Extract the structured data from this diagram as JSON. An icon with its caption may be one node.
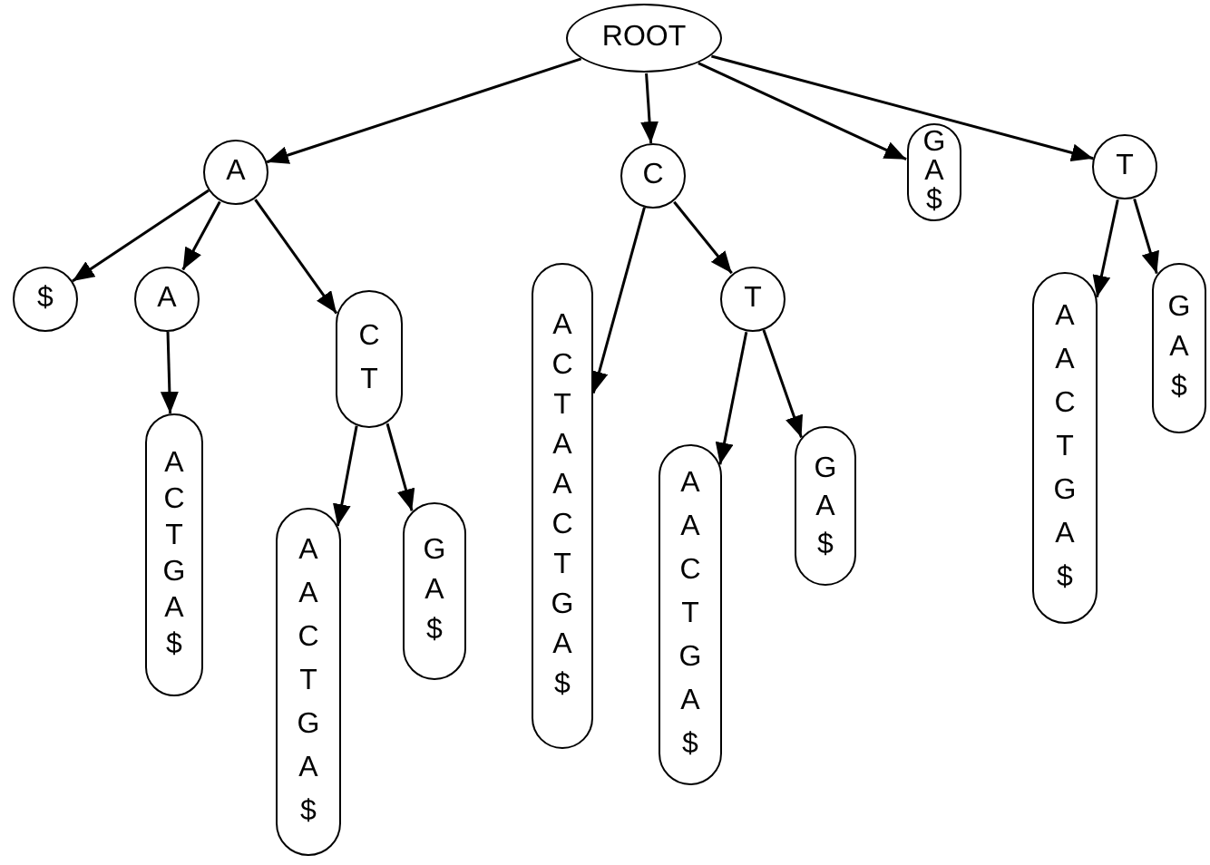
{
  "diagram": {
    "nodes": [
      {
        "text": [
          "ROOT"
        ]
      },
      {
        "text": [
          "A"
        ]
      },
      {
        "text": [
          "C"
        ]
      },
      {
        "text": [
          "G A $"
        ]
      },
      {
        "text": [
          "T"
        ]
      },
      {
        "text": [
          "$"
        ]
      },
      {
        "text": [
          "A"
        ]
      },
      {
        "text": [
          "C T"
        ]
      },
      {
        "text": [
          "A C T A A C T G A $"
        ]
      },
      {
        "text": [
          "T"
        ]
      },
      {
        "text": [
          "A C T G A $"
        ]
      },
      {
        "text": [
          "A A C T G A $"
        ]
      },
      {
        "text": [
          "G A $"
        ]
      },
      {
        "text": [
          "A A C T G A $"
        ]
      },
      {
        "text": [
          "G A $"
        ]
      },
      {
        "text": [
          "A A C T G A $"
        ]
      },
      {
        "text": [
          "G A $"
        ]
      }
    ],
    "edges": [
      {
        "from": 0,
        "to": 1,
        "arrow": "to"
      },
      {
        "from": 0,
        "to": 2,
        "arrow": "to"
      },
      {
        "from": 0,
        "to": 3,
        "arrow": "to"
      },
      {
        "from": 0,
        "to": 4,
        "arrow": "to"
      },
      {
        "from": 1,
        "to": 5,
        "arrow": "to"
      },
      {
        "from": 1,
        "to": 6,
        "arrow": "to"
      },
      {
        "from": 1,
        "to": 7,
        "arrow": "to"
      },
      {
        "from": 6,
        "to": 10,
        "arrow": "to"
      },
      {
        "from": 7,
        "to": 11,
        "arrow": "to"
      },
      {
        "from": 7,
        "to": 12,
        "arrow": "to"
      },
      {
        "from": 2,
        "to": 8,
        "arrow": "to"
      },
      {
        "from": 2,
        "to": 9,
        "arrow": "to"
      },
      {
        "from": 9,
        "to": 13,
        "arrow": "to"
      },
      {
        "from": 9,
        "to": 14,
        "arrow": "to"
      },
      {
        "from": 4,
        "to": 15,
        "arrow": "to"
      },
      {
        "from": 4,
        "to": 16,
        "arrow": "to"
      }
    ]
  }
}
